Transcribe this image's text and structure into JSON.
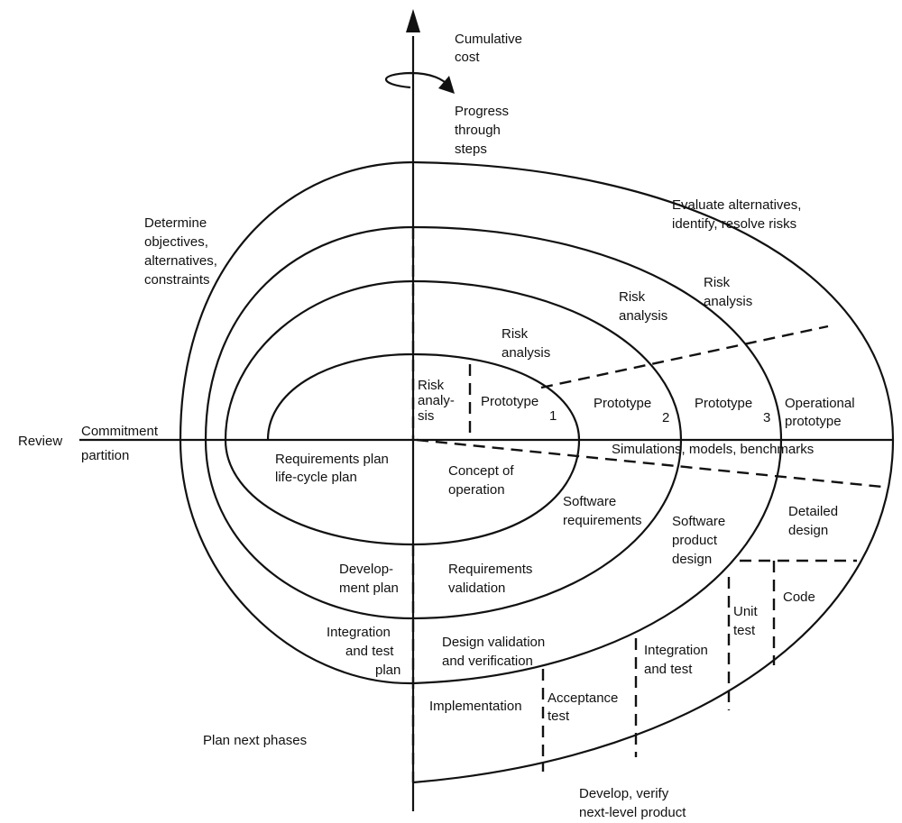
{
  "axis": {
    "vertical_label": [
      "Cumulative",
      "cost"
    ],
    "rotation_label": [
      "Progress",
      "through",
      "steps"
    ],
    "review": "Review",
    "commitment_partition": [
      "Commitment",
      "partition"
    ]
  },
  "quadrants": {
    "top_left": [
      "Determine",
      "objectives,",
      "alternatives,",
      "constraints"
    ],
    "top_right": [
      "Evaluate alternatives,",
      "identify, resolve risks"
    ],
    "bottom_left": "Plan next phases",
    "bottom_right": [
      "Develop, verify",
      "next-level product"
    ]
  },
  "risk_analysis": {
    "r0": [
      "Risk",
      "analy-",
      "sis"
    ],
    "r1": [
      "Risk",
      "analysis"
    ],
    "r2": [
      "Risk",
      "analysis"
    ],
    "r3": [
      "Risk",
      "analysis"
    ]
  },
  "prototypes": {
    "p1": {
      "label": "Prototype",
      "number": "1"
    },
    "p2": {
      "label": "Prototype",
      "number": "2"
    },
    "p3": {
      "label": "Prototype",
      "number": "3"
    },
    "operational": [
      "Operational",
      "prototype"
    ]
  },
  "simulations": "Simulations, models, benchmarks",
  "plans": {
    "requirements": [
      "Requirements plan",
      "life-cycle plan"
    ],
    "development": [
      "Develop-",
      "ment plan"
    ],
    "integration": [
      "Integration",
      "and test",
      "plan"
    ]
  },
  "develop": {
    "concept": [
      "Concept of",
      "operation"
    ],
    "software_requirements": [
      "Software",
      "requirements"
    ],
    "requirements_validation": [
      "Requirements",
      "validation"
    ],
    "software_product_design": [
      "Software",
      "product",
      "design"
    ],
    "design_validation": [
      "Design validation",
      "and verification"
    ],
    "detailed_design": [
      "Detailed",
      "design"
    ],
    "code": "Code",
    "unit_test": [
      "Unit",
      "test"
    ],
    "integration_test": [
      "Integration",
      "and test"
    ],
    "acceptance_test": [
      "Acceptance",
      "test"
    ],
    "implementation": "Implementation"
  }
}
